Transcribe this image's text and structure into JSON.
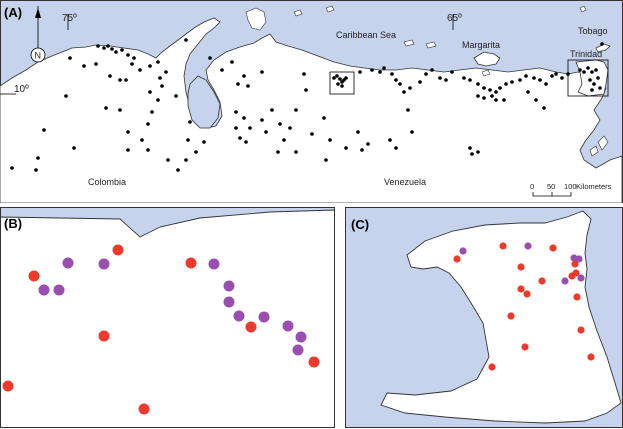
{
  "panels": {
    "a": {
      "letter": "(A)",
      "labels": {
        "lon75": "75º",
        "lon65": "65º",
        "lat10": "10º",
        "caribbean": "Caribbean Sea",
        "tobago": "Tobago",
        "margarita": "Margarita",
        "trinidad": "Trinidad",
        "colombia": "Colombia",
        "venezuela": "Venezuela",
        "north": "N"
      },
      "scale": {
        "ticks": [
          "0",
          "50",
          "100"
        ],
        "unit": "Kilometers"
      }
    },
    "b": {
      "letter": "(B)"
    },
    "c": {
      "letter": "(C)"
    }
  },
  "colors": {
    "sea": "#c5d3ec",
    "land": "#ffffff",
    "coast": "#333333",
    "site_black": "#000000",
    "site_red": "#ee3a2c",
    "site_purple": "#9a4fb0"
  }
}
